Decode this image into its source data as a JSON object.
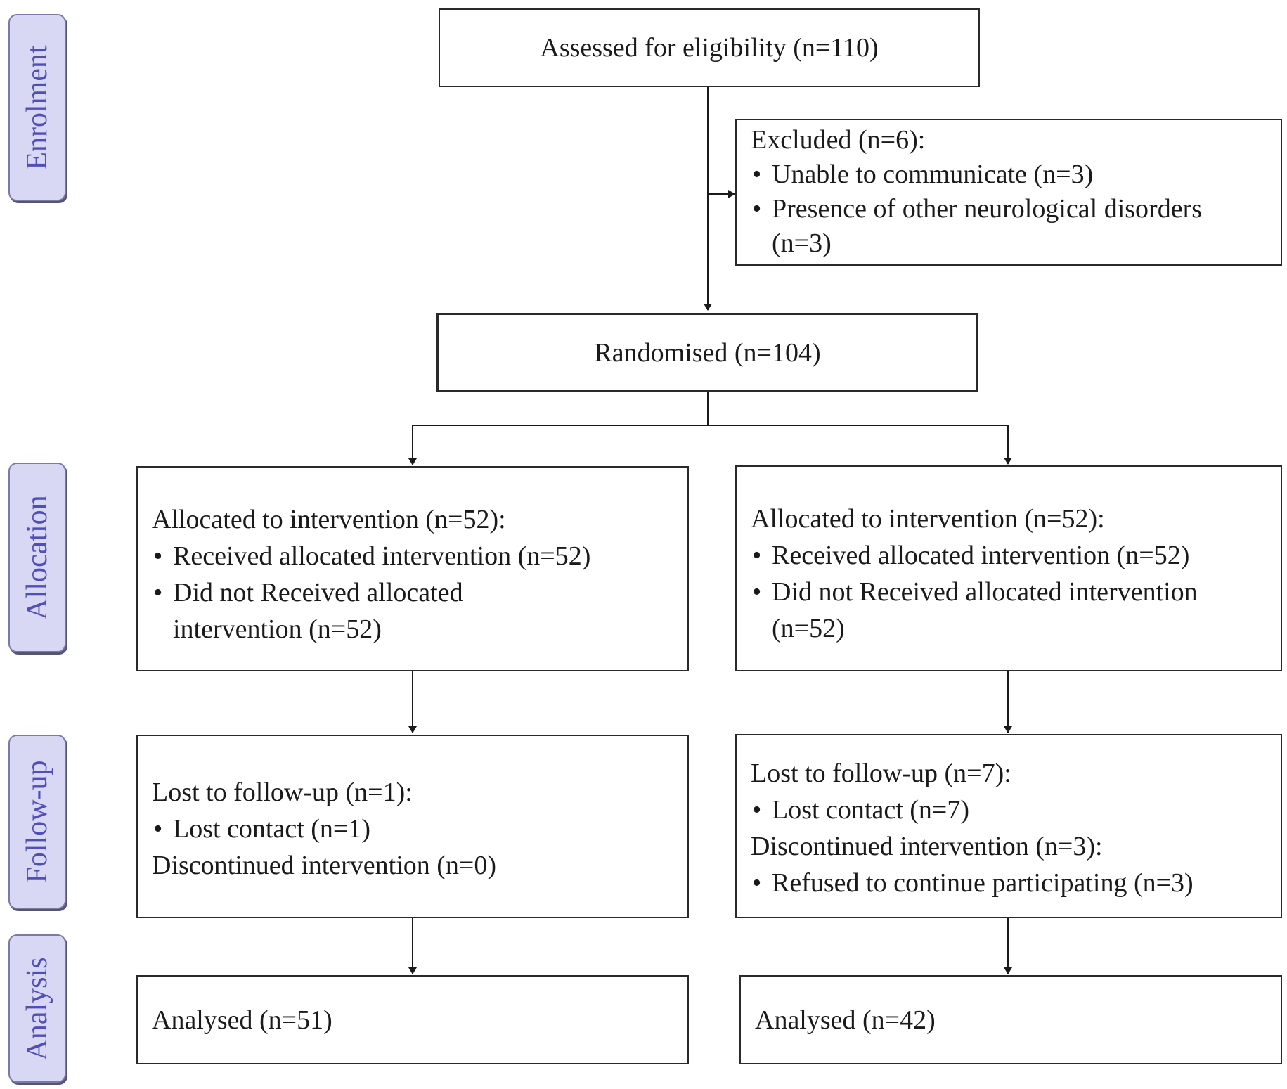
{
  "stages": {
    "enrolment": "Enrolment",
    "allocation": "Allocation",
    "follow_up": "Follow-up",
    "analysis": "Analysis"
  },
  "enrolment": {
    "assessed": "Assessed for eligibility (n=110)",
    "excluded": {
      "heading": "Excluded (n=6):",
      "items": [
        "Unable to communicate (n=3)",
        "Presence of other neurological disorders (n=3)"
      ]
    },
    "randomised": "Randomised (n=104)"
  },
  "allocation": {
    "left": {
      "heading": "Allocated to intervention (n=52):",
      "items": [
        "Received allocated intervention (n=52)",
        "Did not Received allocated intervention (n=52)"
      ]
    },
    "right": {
      "heading": "Allocated to intervention (n=52):",
      "items": [
        "Received allocated intervention (n=52)",
        "Did not Received allocated intervention (n=52)"
      ]
    }
  },
  "follow_up": {
    "left": {
      "lost_heading": "Lost to follow-up (n=1):",
      "lost_items": [
        "Lost contact (n=1)"
      ],
      "discontinued_heading": "Discontinued intervention (n=0)"
    },
    "right": {
      "lost_heading": "Lost to follow-up (n=7):",
      "lost_items": [
        "Lost contact (n=7)"
      ],
      "discontinued_heading": "Discontinued intervention (n=3):",
      "discontinued_items": [
        "Refused to continue participating (n=3)"
      ]
    }
  },
  "analysis": {
    "left": "Analysed (n=51)",
    "right": "Analysed (n=42)"
  }
}
